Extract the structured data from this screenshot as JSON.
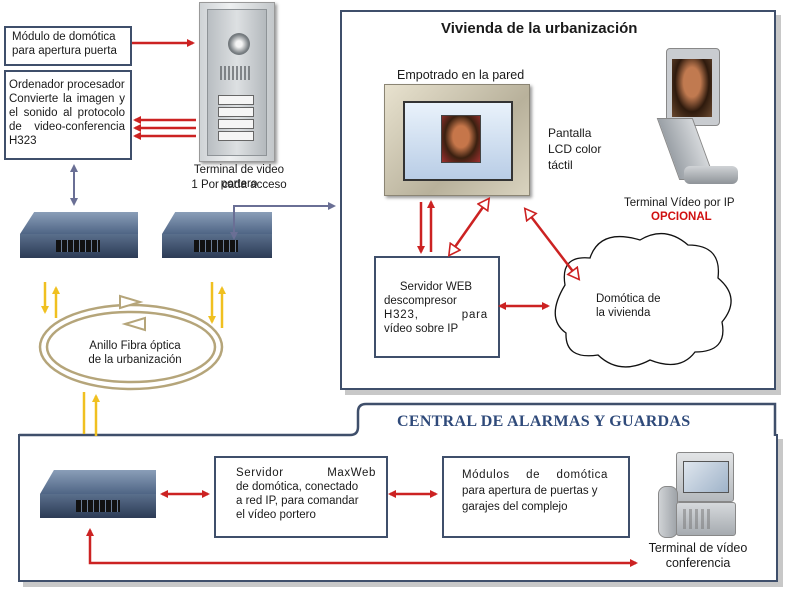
{
  "boxes": {
    "modulo_puerta": "Módulo de domótica para apertura puerta",
    "ordenador": [
      "Ordenador procesador",
      "Convierte la imagen y",
      "el sonido al protocolo",
      "de video-conferencia",
      "H323"
    ],
    "servidor_web": [
      "Servidor WEB",
      "descompresor",
      "H323, para",
      "vídeo sobre IP"
    ],
    "servidor_maxweb": [
      "Servidor MaxWeb",
      "de domótica, conectado",
      "a red IP, para comandar",
      "el vídeo portero"
    ],
    "modulos_garajes": [
      "Módulos de domótica",
      "para apertura de puertas y",
      "garajes del complejo"
    ]
  },
  "labels": {
    "terminal_portero": [
      "Terminal de video portero",
      "1 Por cada acceso"
    ],
    "vivienda_title": "Vivienda de la urbanización",
    "empotrado": "Empotrado en la pared",
    "pantalla": [
      "Pantalla",
      "LCD color",
      "táctil"
    ],
    "terminal_ip": "Terminal Vídeo por IP",
    "opcional": "OPCIONAL",
    "domotica_vivienda": [
      "Domótica de",
      "la vivienda"
    ],
    "anillo": [
      "Anillo Fibra óptica",
      "de la urbanización"
    ],
    "central_title": "CENTRAL DE ALARMAS Y GUARDAS",
    "terminal_conf": [
      "Terminal de vídeo",
      "conferencia"
    ]
  },
  "colors": {
    "red_arrow": "#cc2222",
    "yellow_arrow": "#f0c020",
    "blue_arrow": "#6a6f95",
    "panel_border": "#3f4f6b",
    "title_blue": "#2f4a7a",
    "opcional": "#d01010",
    "ring": "#b5a57a"
  }
}
